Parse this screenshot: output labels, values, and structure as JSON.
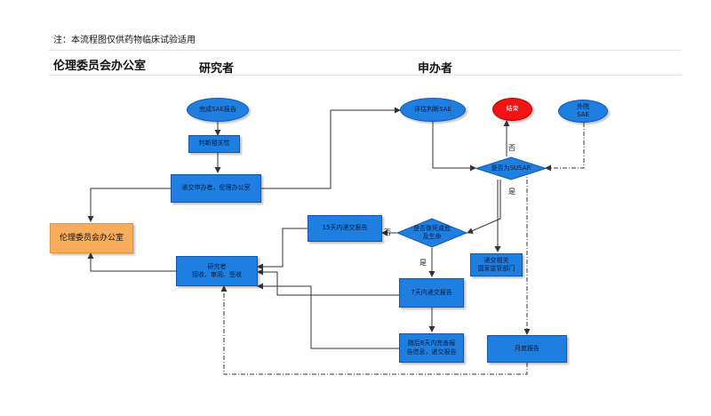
{
  "note": "注：本流程图仅供药物临床试验适用",
  "headers": {
    "ethics": "伦理委员会办公室",
    "researcher": "研究者",
    "sponsor": "申办者"
  },
  "nodes": {
    "complete_sae": "完成SAE报告",
    "judge_relation": "判断相关性",
    "submit": "递交申办者、伦理办公室",
    "ethics_office": "伦理委员会办公室",
    "researcher_receive": "研究者\n接收、审阅、签收",
    "evaluate_sae": "评估判断SAE",
    "end": "结束",
    "external_sae": "外院\nSAE",
    "is_susar": "是否为SUSAR",
    "report_15": "15天内递交报告",
    "is_death": "是否致死或危\n及生命",
    "submit_national": "递交相关\n国家监管部门",
    "report_7": "7天内递交报告",
    "followup": "随后8天内完善报\n告信息，递交报告",
    "monthly": "月度报告"
  },
  "edge_labels": {
    "no_top": "否",
    "yes_bottom": "是",
    "no_left": "否",
    "yes_down": "是"
  },
  "colors": {
    "box_fill": "#1e7fe0",
    "box_border": "#1258b0",
    "ethics_fill": "#f9ad5c",
    "end_fill": "#f01414",
    "line": "#333333"
  }
}
